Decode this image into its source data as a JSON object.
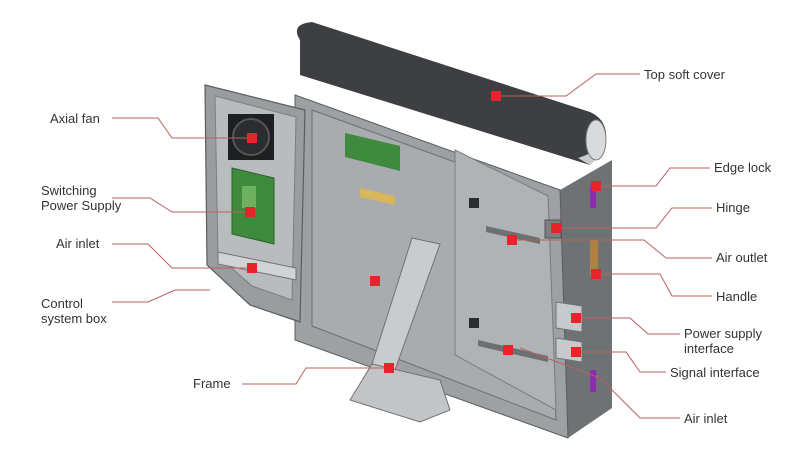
{
  "diagram": {
    "labels": {
      "axial_fan": "Axial fan",
      "switching_power_supply": "Switching\nPower Supply",
      "air_inlet_left": "Air inlet",
      "control_system_box": "Control\nsystem box",
      "frame": "Frame",
      "top_soft_cover": "Top soft cover",
      "edge_lock": "Edge lock",
      "hinge": "Hinge",
      "air_outlet": "Air outlet",
      "handle": "Handle",
      "power_supply_interface": "Power supply\ninterface",
      "signal_interface": "Signal interface",
      "air_inlet_bottom": "Air inlet"
    },
    "colors": {
      "leader_line": "#b9605f",
      "marker": "#e8232a",
      "cabinet_body": "#8e9194",
      "cabinet_face": "#a3a6a9",
      "soft_cover": "#3d3f42",
      "lock_accent": "#8e2bb0",
      "pcb_green": "#3f8a3c"
    }
  }
}
